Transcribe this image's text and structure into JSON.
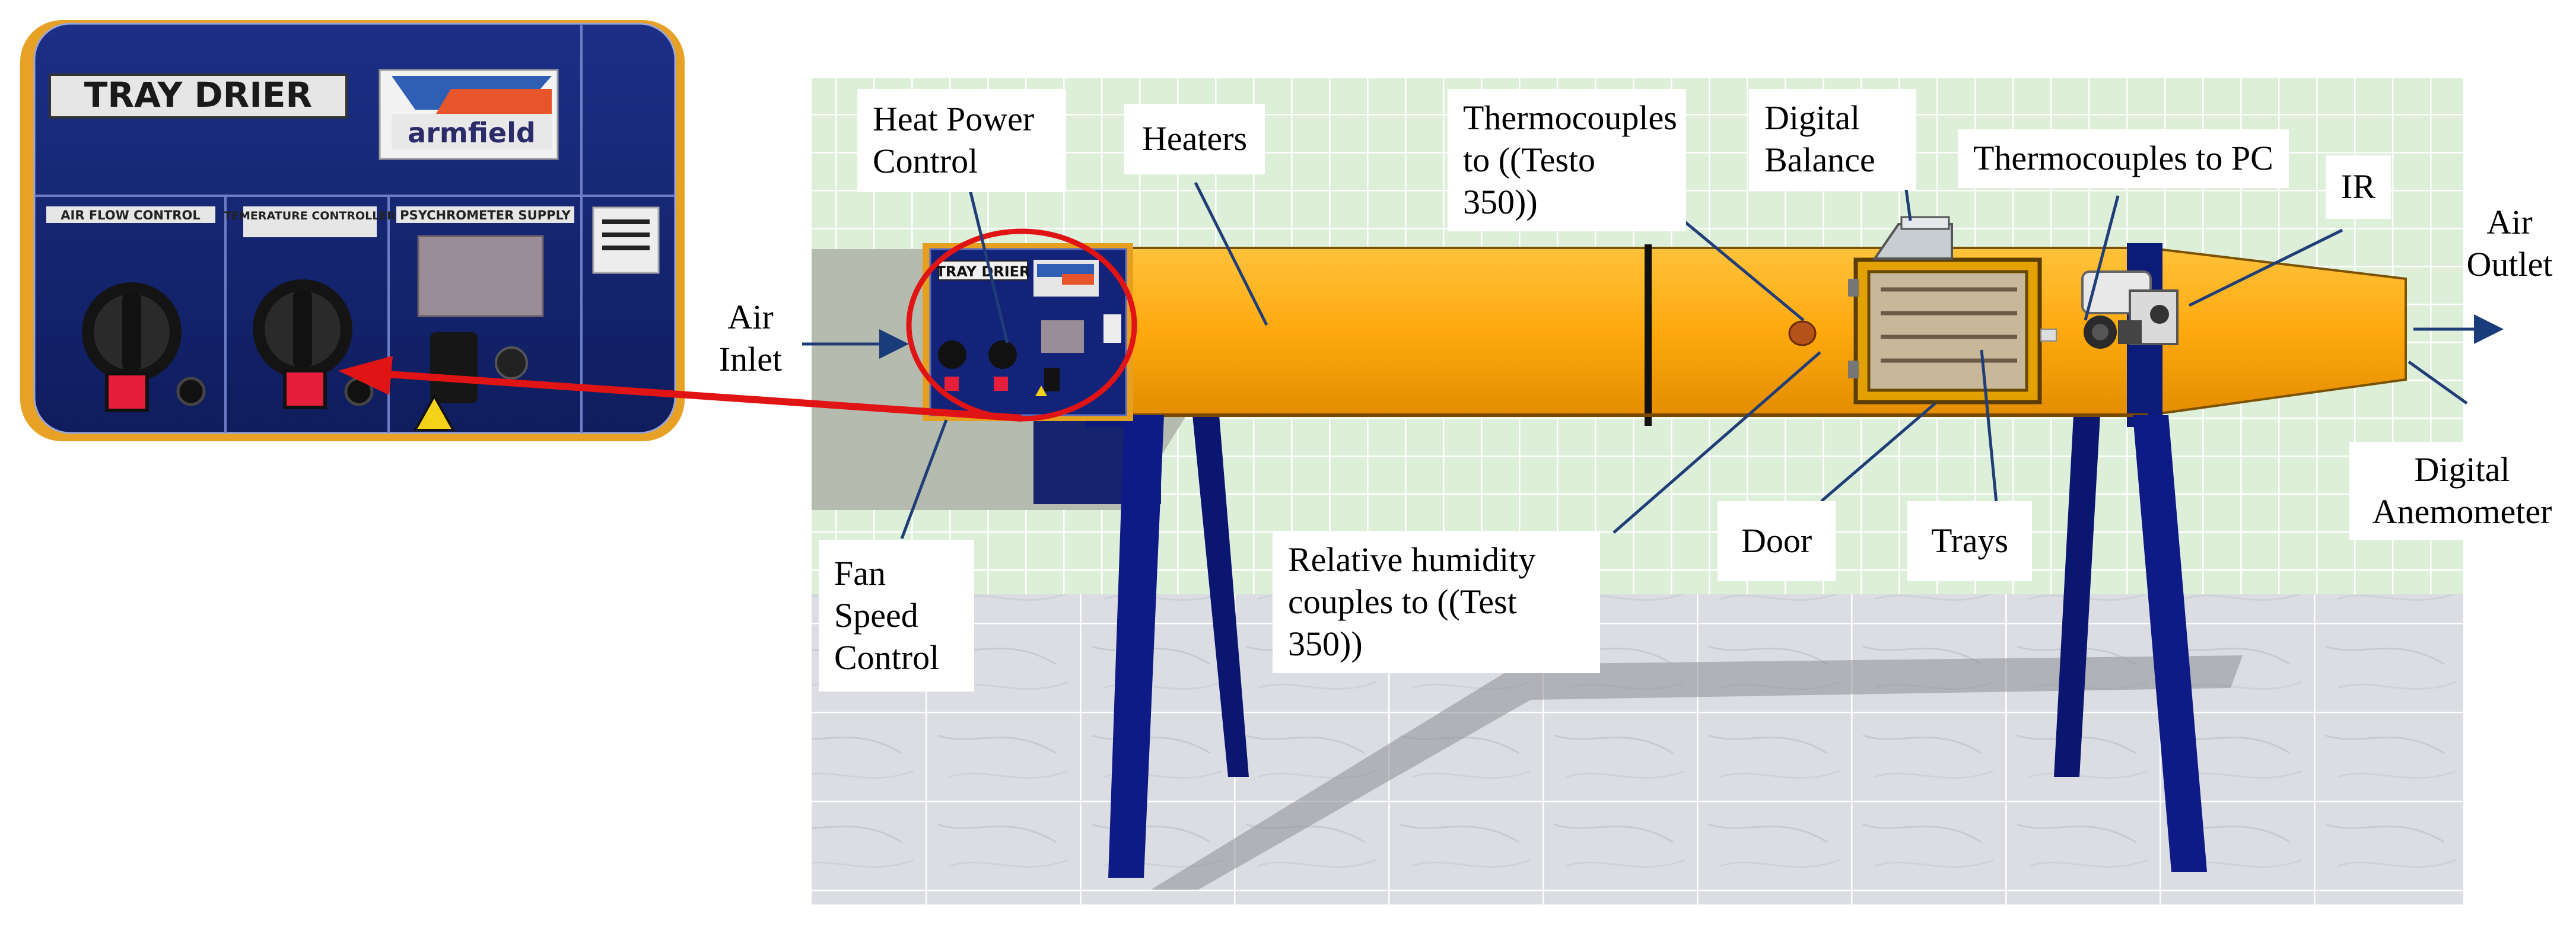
{
  "panel_photo": {
    "title": "TRAY DRIER",
    "brand": "armfield",
    "sections": [
      "AIR FLOW CONTROL",
      "TEMERATURE CONTROLLER",
      "PSYCHROMETER SUPPLY"
    ]
  },
  "labels": {
    "heat_power_control": "Heat Power Control",
    "heaters": "Heaters",
    "thermocouples_testo": "Thermocouples to ((Testo 350))",
    "digital_balance": "Digital Balance",
    "thermocouples_pc": "Thermocouples to PC",
    "ir": "IR",
    "air_outlet": "Air Outlet",
    "air_inlet": "Air Inlet",
    "fan_speed_control": "Fan Speed Control",
    "relative_humidity": "Relative humidity couples to ((Test 350))",
    "door": "Door",
    "trays": "Trays",
    "digital_anemometer": "Digital Anemometer"
  },
  "mini_panel_title": "TRAY DRIER",
  "colors": {
    "duct": "#FFA90F",
    "legs": "#0E1B86",
    "panel": "#12226B",
    "highlight": "#E01414",
    "wall_tile": "#DDEFD9",
    "floor": "#D7DADE"
  }
}
